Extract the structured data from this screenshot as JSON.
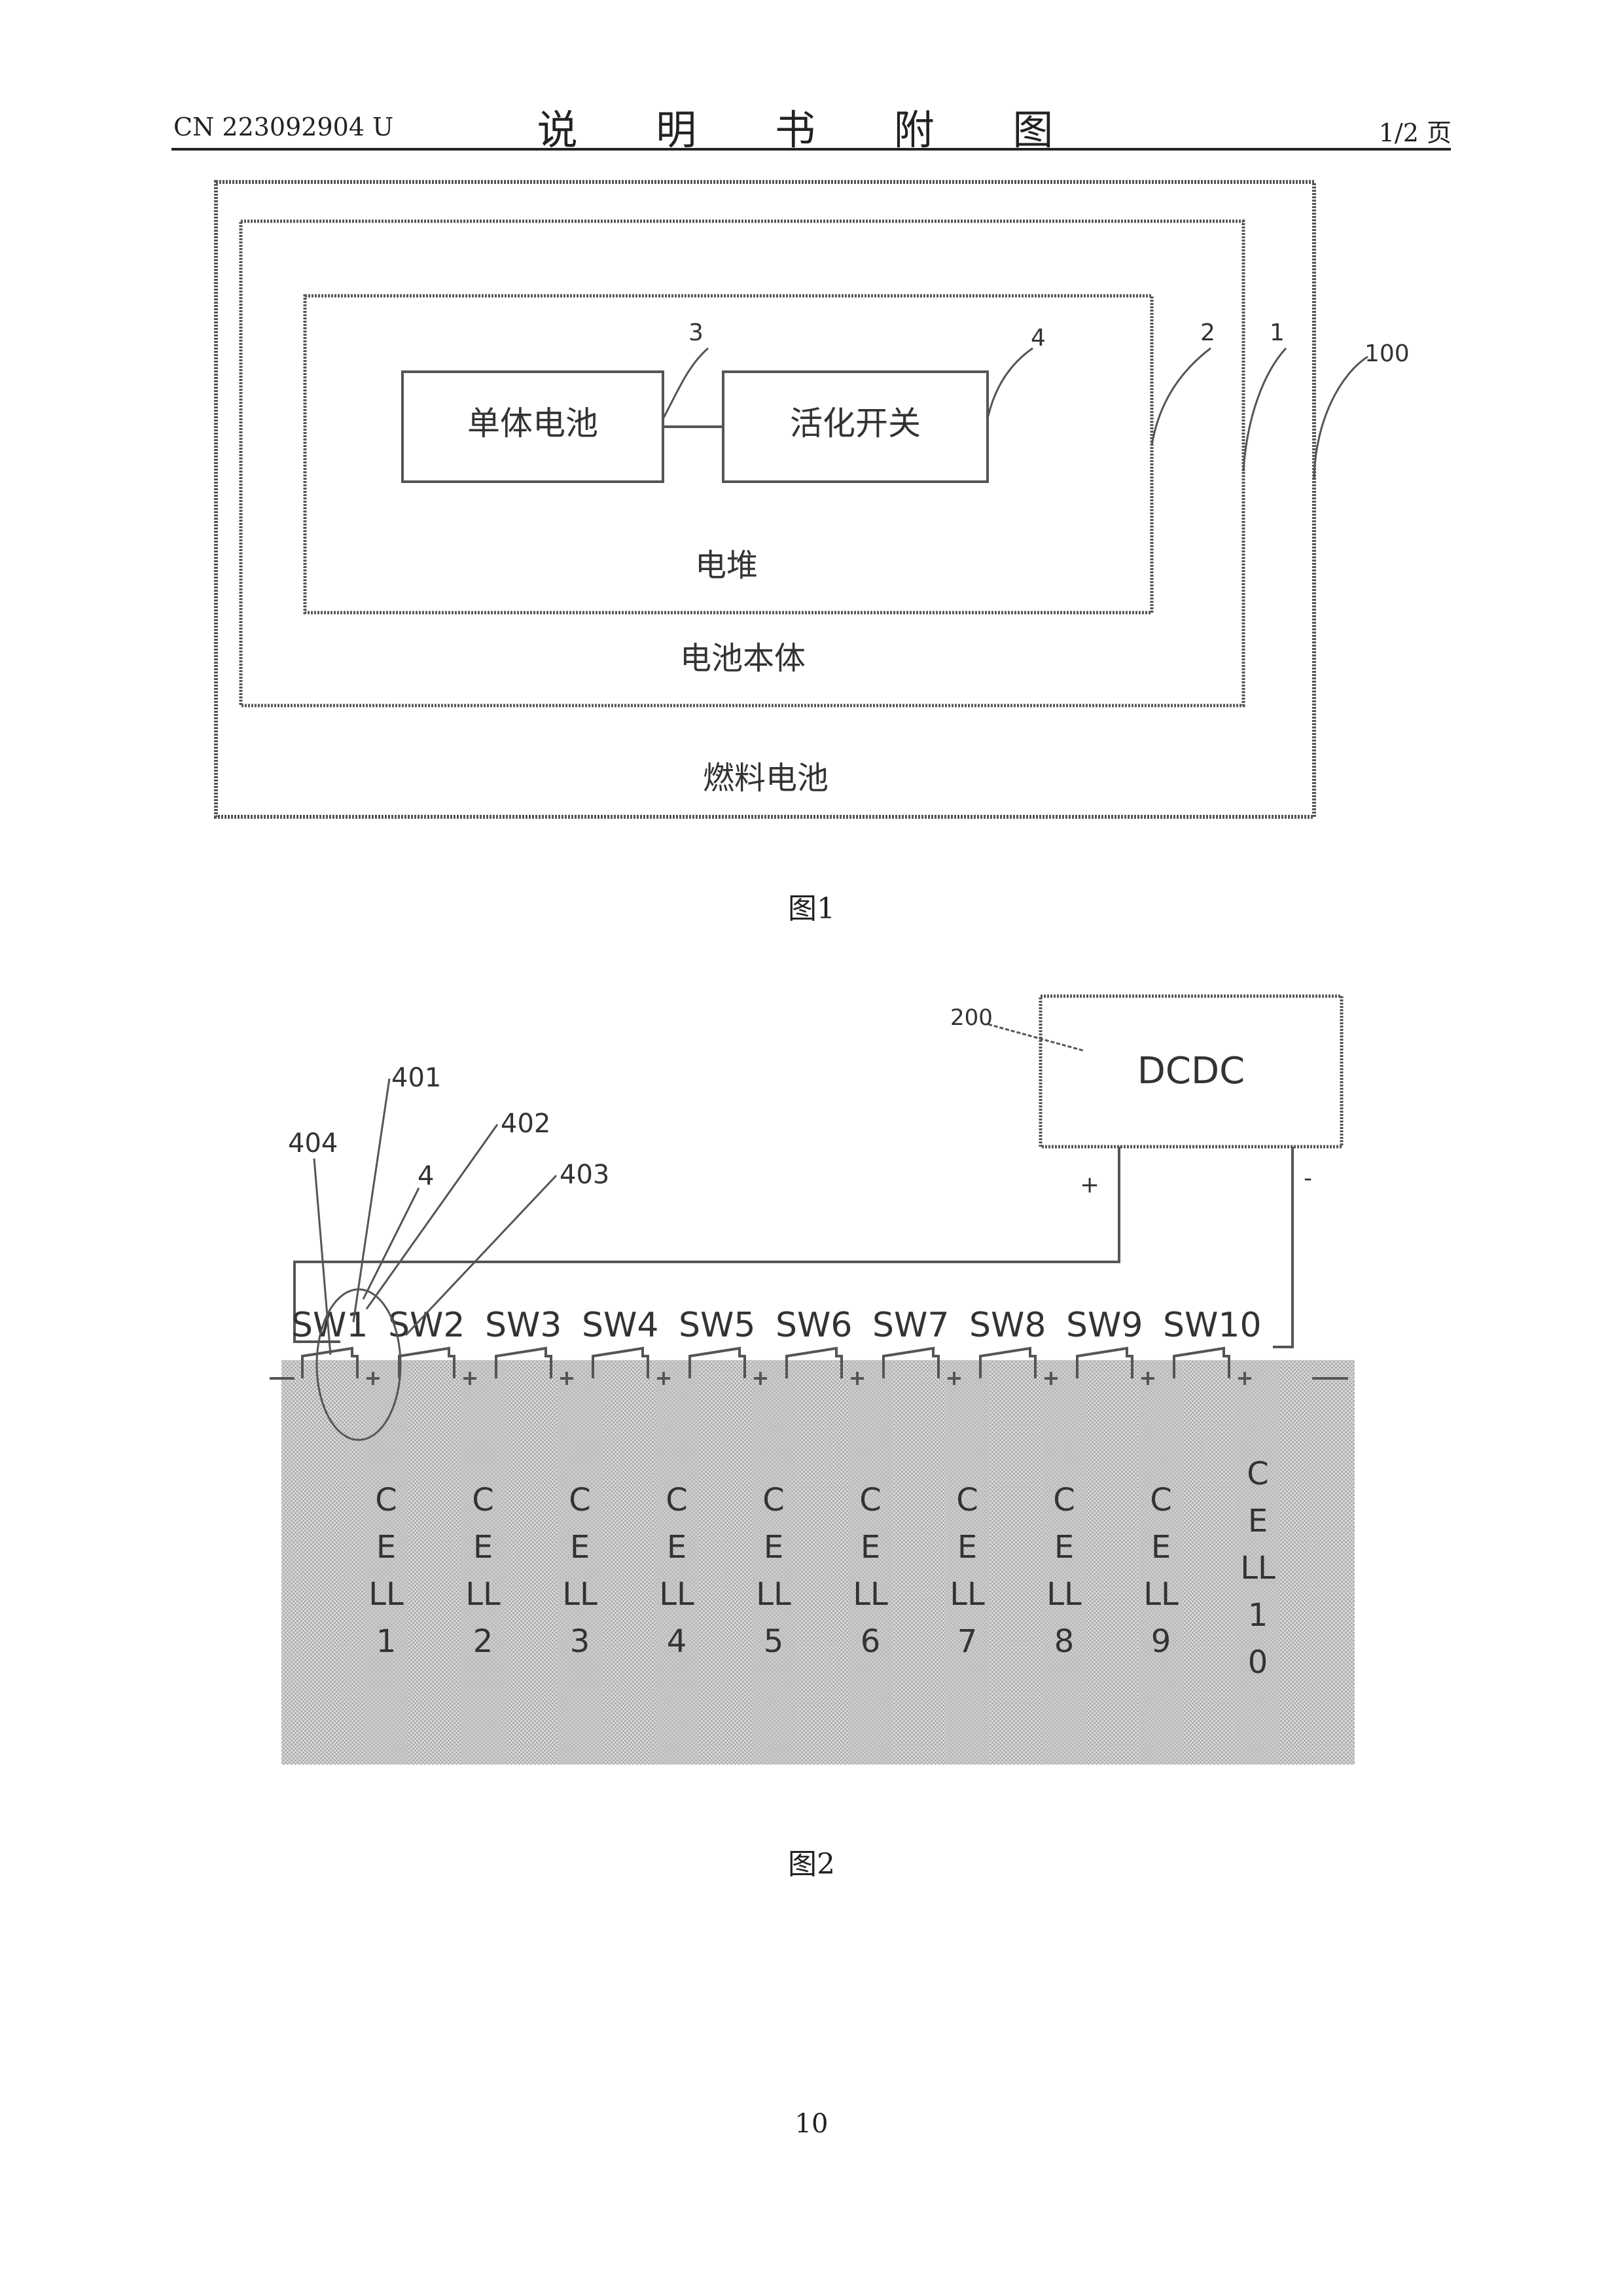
{
  "header": {
    "doc_number": "CN 223092904 U",
    "title": "说 明 书 附 图",
    "page_indicator": "1/2 页"
  },
  "figure1": {
    "caption": "图1",
    "boxes": {
      "fuel_cell": "燃料电池",
      "battery_body": "电池本体",
      "stack": "电堆",
      "single_cell": "单体电池",
      "activation_switch": "活化开关"
    },
    "refs": {
      "ref_3": "3",
      "ref_4": "4",
      "ref_2": "2",
      "ref_1": "1",
      "ref_100": "100"
    }
  },
  "figure2": {
    "caption": "图2",
    "dcdc_label": "DCDC",
    "dcdc_ref": "200",
    "plus": "+",
    "minus": "-",
    "refs": {
      "r401": "401",
      "r402": "402",
      "r403": "403",
      "r404": "404",
      "r4": "4"
    },
    "switches": [
      "SW1",
      "SW2",
      "SW3",
      "SW4",
      "SW5",
      "SW6",
      "SW7",
      "SW8",
      "SW9",
      "SW10"
    ],
    "cells": [
      [
        "C",
        "E",
        "LL",
        "1"
      ],
      [
        "C",
        "E",
        "LL",
        "2"
      ],
      [
        "C",
        "E",
        "LL",
        "3"
      ],
      [
        "C",
        "E",
        "LL",
        "4"
      ],
      [
        "C",
        "E",
        "LL",
        "5"
      ],
      [
        "C",
        "E",
        "LL",
        "6"
      ],
      [
        "C",
        "E",
        "LL",
        "7"
      ],
      [
        "C",
        "E",
        "LL",
        "8"
      ],
      [
        "C",
        "E",
        "LL",
        "9"
      ],
      [
        "C",
        "E",
        "LL",
        "1",
        "0"
      ]
    ]
  },
  "footer": {
    "page_number": "10"
  }
}
